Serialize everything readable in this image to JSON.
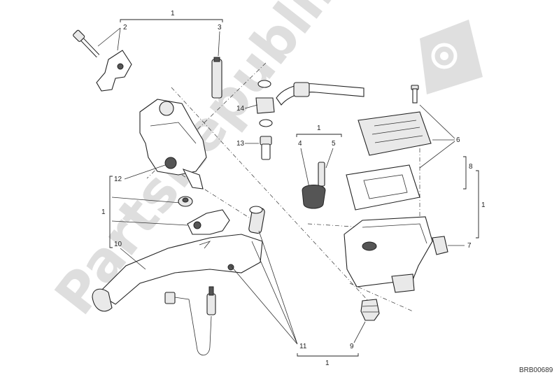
{
  "watermark": {
    "text": "PartsRepublik",
    "icon": "gear-icon"
  },
  "drawing_code": "BRB00689",
  "labels": {
    "top_group": "1",
    "bolt": "2",
    "stud": "3",
    "pivot_bolt": "12",
    "left_group": "1",
    "lever": "10",
    "spring": "11",
    "bottom_group": "1",
    "boot": "9",
    "banjo_washer": "14",
    "banjo_bolt": "13",
    "mid_group": "1",
    "pin": "4",
    "bushing": "5",
    "cap_screws": "6",
    "gasket_group": "8",
    "right_group": "1",
    "plug": "7"
  }
}
